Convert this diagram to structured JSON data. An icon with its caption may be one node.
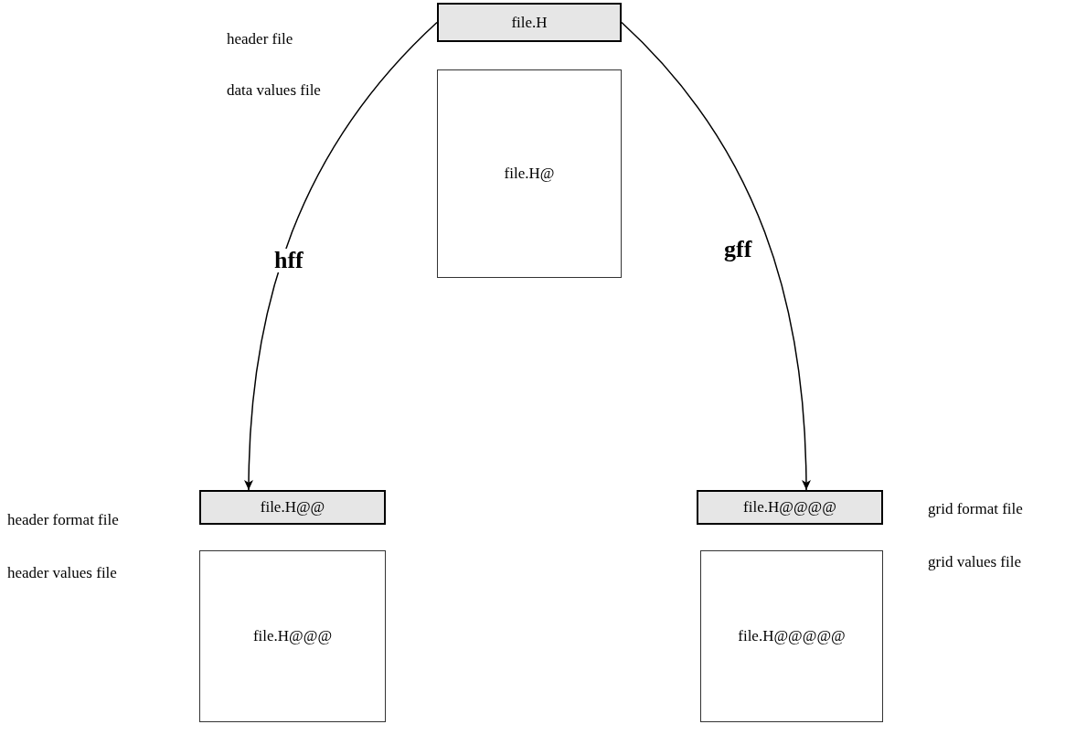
{
  "diagram": {
    "nodes": [
      {
        "text": [
          "file.H"
        ]
      },
      {
        "text": [
          "file.H@"
        ]
      },
      {
        "text": [
          "file.H@@"
        ]
      },
      {
        "text": [
          "file.H@@@"
        ]
      },
      {
        "text": [
          "file.H@@@@"
        ]
      },
      {
        "text": [
          "file.H@@@@@"
        ]
      }
    ],
    "edges": [
      {
        "from": 0,
        "to": 2,
        "arrow": "to",
        "label": "hff"
      },
      {
        "from": 0,
        "to": 4,
        "arrow": "to",
        "label": "gff"
      }
    ],
    "labels": [
      "header file",
      "data values file",
      "header format file",
      "grid format file",
      "header values file",
      "grid values file"
    ]
  }
}
